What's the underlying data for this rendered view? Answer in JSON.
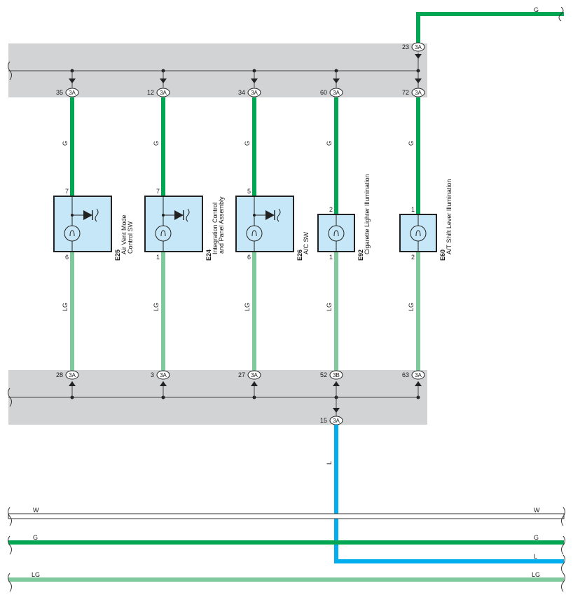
{
  "colors": {
    "G": "#00a651",
    "LG": "#80c99d",
    "L": "#00aeef",
    "W": "#ffffff",
    "panel": "#d1d3d4",
    "component_fill": "#c6e7f7"
  },
  "top_right_wire": {
    "color": "G",
    "pin": "23",
    "connector": "3A"
  },
  "branches": [
    {
      "top_pin": "35",
      "top_conn": "3A",
      "top_wire": "G",
      "comp_pin_top": "7",
      "comp_pin_bottom": "6",
      "code": "E25",
      "desc_line1": "Air Vent Mode",
      "desc_line2": "Control SW",
      "symbol": "led_lamp",
      "bottom_wire": "LG",
      "bottom_pin": "28",
      "bottom_conn": "3A"
    },
    {
      "top_pin": "12",
      "top_conn": "3A",
      "top_wire": "G",
      "comp_pin_top": "7",
      "comp_pin_bottom": "1",
      "code": "E24",
      "desc_line1": "Integration Control",
      "desc_line2": "and Panel Assembly",
      "symbol": "led_lamp",
      "bottom_wire": "LG",
      "bottom_pin": "3",
      "bottom_conn": "3A"
    },
    {
      "top_pin": "34",
      "top_conn": "3A",
      "top_wire": "G",
      "comp_pin_top": "5",
      "comp_pin_bottom": "6",
      "code": "E26",
      "desc_line1": "A/C SW",
      "desc_line2": "",
      "symbol": "led_lamp",
      "bottom_wire": "LG",
      "bottom_pin": "27",
      "bottom_conn": "3A"
    },
    {
      "top_pin": "60",
      "top_conn": "3A",
      "top_wire": "G",
      "comp_pin_top": "2",
      "comp_pin_bottom": "1",
      "code": "E92",
      "desc_line1": "Cigarette Lighter Illumination",
      "desc_line2": "",
      "symbol": "lamp",
      "bottom_wire": "LG",
      "bottom_pin": "52",
      "bottom_conn": "3B"
    },
    {
      "top_pin": "72",
      "top_conn": "3A",
      "top_wire": "G",
      "comp_pin_top": "1",
      "comp_pin_bottom": "2",
      "code": "E60",
      "desc_line1": "A/T Shift Lever Illumination",
      "desc_line2": "",
      "symbol": "lamp",
      "bottom_wire": "LG",
      "bottom_pin": "63",
      "bottom_conn": "3A"
    }
  ],
  "ground_out": {
    "pin": "15",
    "connector": "3A",
    "wire": "L"
  },
  "buses": [
    {
      "wire": "W",
      "left_label": "W",
      "right_label": "W"
    },
    {
      "wire": "G",
      "left_label": "G",
      "right_label": "G"
    },
    {
      "wire": "L",
      "left_label": "",
      "right_label": "L"
    },
    {
      "wire": "LG",
      "left_label": "LG",
      "right_label": "LG"
    }
  ]
}
